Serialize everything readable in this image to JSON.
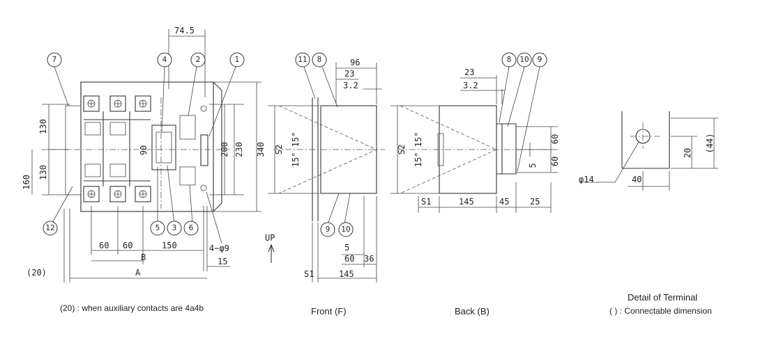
{
  "captions": {
    "front_view": "(20) : when auxiliary contacts are 4a4b",
    "side_front": "Front (F)",
    "side_back": "Back (B)",
    "terminal_title": "Detail of Terminal",
    "terminal_note": "(    ) : Connectable dimension"
  },
  "front": {
    "dims": {
      "w745": "74.5",
      "h130a": "130",
      "h130b": "130",
      "h160": "160",
      "h90": "90",
      "h200": "200",
      "h230": "230",
      "h340": "340",
      "w60a": "60",
      "w60b": "60",
      "w150": "150",
      "w15": "15",
      "B": "B",
      "A": "A",
      "p20": "(20)",
      "hole": "4−φ9"
    },
    "up": "UP",
    "balloons": [
      "1",
      "2",
      "3",
      "4",
      "5",
      "6",
      "7",
      "12"
    ]
  },
  "sideF": {
    "dims": {
      "w96": "96",
      "w23": "23",
      "w32": "3.2",
      "S2": "S2",
      "ang": "15° 15°",
      "ang2": "15°",
      "w5": "5",
      "w60": "60",
      "w36": "36",
      "S1": "S1",
      "w145": "145"
    },
    "balloons": [
      "11",
      "8",
      "9",
      "10"
    ]
  },
  "sideB": {
    "dims": {
      "w23": "23",
      "w32": "3.2",
      "S2": "S2",
      "ang": "15° 15°",
      "ang2": "15°",
      "h60a": "60",
      "h60b": "60",
      "h5": "5",
      "S1": "S1",
      "w145": "145",
      "w45": "45",
      "w25": "25"
    },
    "balloons": [
      "8",
      "10",
      "9"
    ]
  },
  "terminal": {
    "dims": {
      "h20": "20",
      "h44": "(44)",
      "w40": "40",
      "dia": "φ14"
    }
  }
}
